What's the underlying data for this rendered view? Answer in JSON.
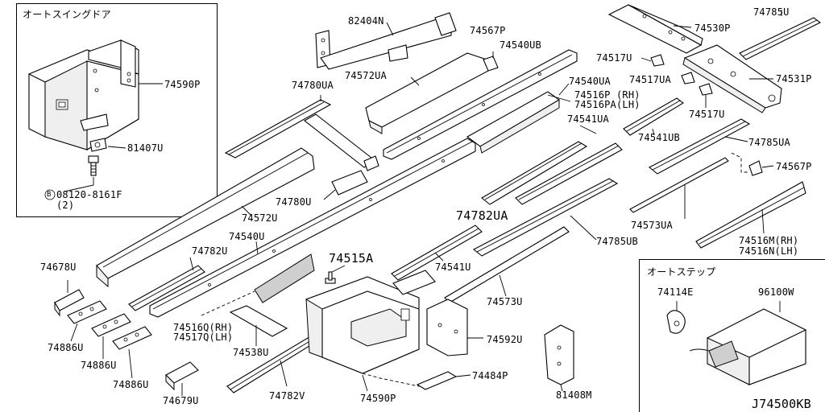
{
  "insets": {
    "auto_swing_door_title": "オートスイングドア",
    "auto_step_title": "オートステップ"
  },
  "labels": {
    "p82404N": "82404N",
    "p74567P_a": "74567P",
    "p74540UB": "74540UB",
    "p74530P": "74530P",
    "p74785U": "74785U",
    "p74517U": "74517U",
    "p74531P": "74531P",
    "p74517UA": "74517UA",
    "p74590P_top": "74590P",
    "p74572UA": "74572UA",
    "p74780UA": "74780UA",
    "p74540UA": "74540UA",
    "p74516P_rh": "74516P (RH)",
    "p74516PA_lh": "74516PA(LH)",
    "p74517U_b": "74517U",
    "p74541UA": "74541UA",
    "p74541UB": "74541UB",
    "p74785UA": "74785UA",
    "p81407U": "81407U",
    "p74567P_b": "74567P",
    "p08120": "08120-8161F",
    "p08120_qty": "(2)",
    "p74780U": "74780U",
    "p74782UA": "74782UA",
    "p74572U": "74572U",
    "p74573UA": "74573UA",
    "p74785UB": "74785UB",
    "p74540U": "74540U",
    "p74516M_rh": "74516M(RH)",
    "p74516N_lh": "74516N(LH)",
    "p74678U": "74678U",
    "p74782U": "74782U",
    "p74515A": "74515A",
    "p74541U": "74541U",
    "p74114E": "74114E",
    "p96100W": "96100W",
    "p74573U": "74573U",
    "p74516Q_rh": "74516Q(RH)",
    "p74517Q_lh": "74517Q(LH)",
    "p74886U_1": "74886U",
    "p74538U": "74538U",
    "p74592U": "74592U",
    "p74886U_2": "74886U",
    "p74484P": "74484P",
    "p74886U_3": "74886U",
    "p74679U": "74679U",
    "p74782V": "74782V",
    "p74590P_bottom": "74590P",
    "p81408M": "81408M",
    "diagram_code": "J74500KB"
  },
  "bolt_symbol": "B"
}
